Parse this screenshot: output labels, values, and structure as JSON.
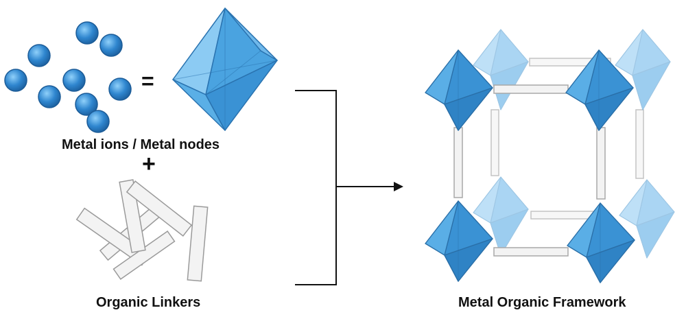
{
  "labels": {
    "metal_nodes": "Metal ions / Metal nodes",
    "organic_linkers": "Organic Linkers",
    "mof": "Metal Organic Framework",
    "plus": "+",
    "equals": "="
  },
  "colors": {
    "ion": "#2f86cf",
    "octahedron": "#5aaee6",
    "octahedron_edge": "#2d77b4",
    "linker_fill": "#f3f3f3",
    "linker_edge": "#9a9a9a",
    "arrow": "#111111"
  },
  "icons": {
    "ion": "sphere",
    "node": "octahedron",
    "linker": "rod"
  }
}
